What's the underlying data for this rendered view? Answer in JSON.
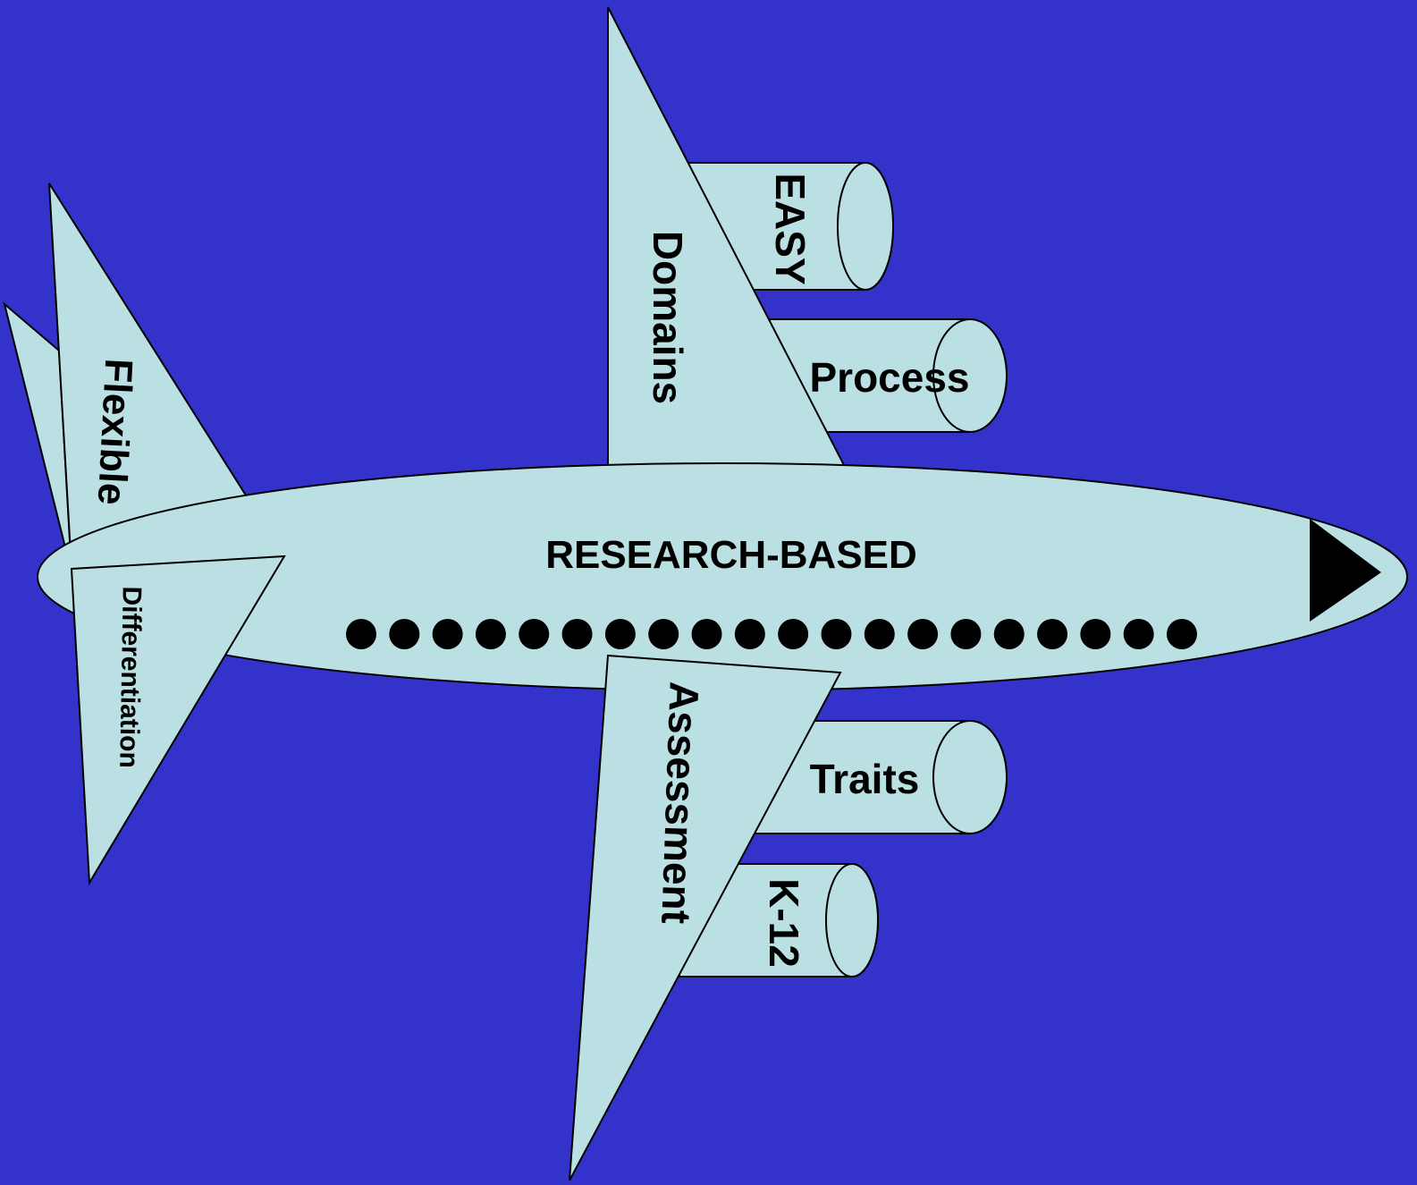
{
  "colors": {
    "background": "#3333CC",
    "shape_fill": "#BBE0E3",
    "outline": "#000000"
  },
  "labels": {
    "fuselage": "RESEARCH-BASED",
    "upper_wing": "Domains",
    "lower_wing": "Assessment",
    "engine_easy": "EASY",
    "engine_process": "Process",
    "engine_traits": "Traits",
    "engine_k12": "K-12",
    "tail_upper": "Flexible",
    "tail_lower": "Differentiation"
  },
  "windows": {
    "count": 20
  }
}
